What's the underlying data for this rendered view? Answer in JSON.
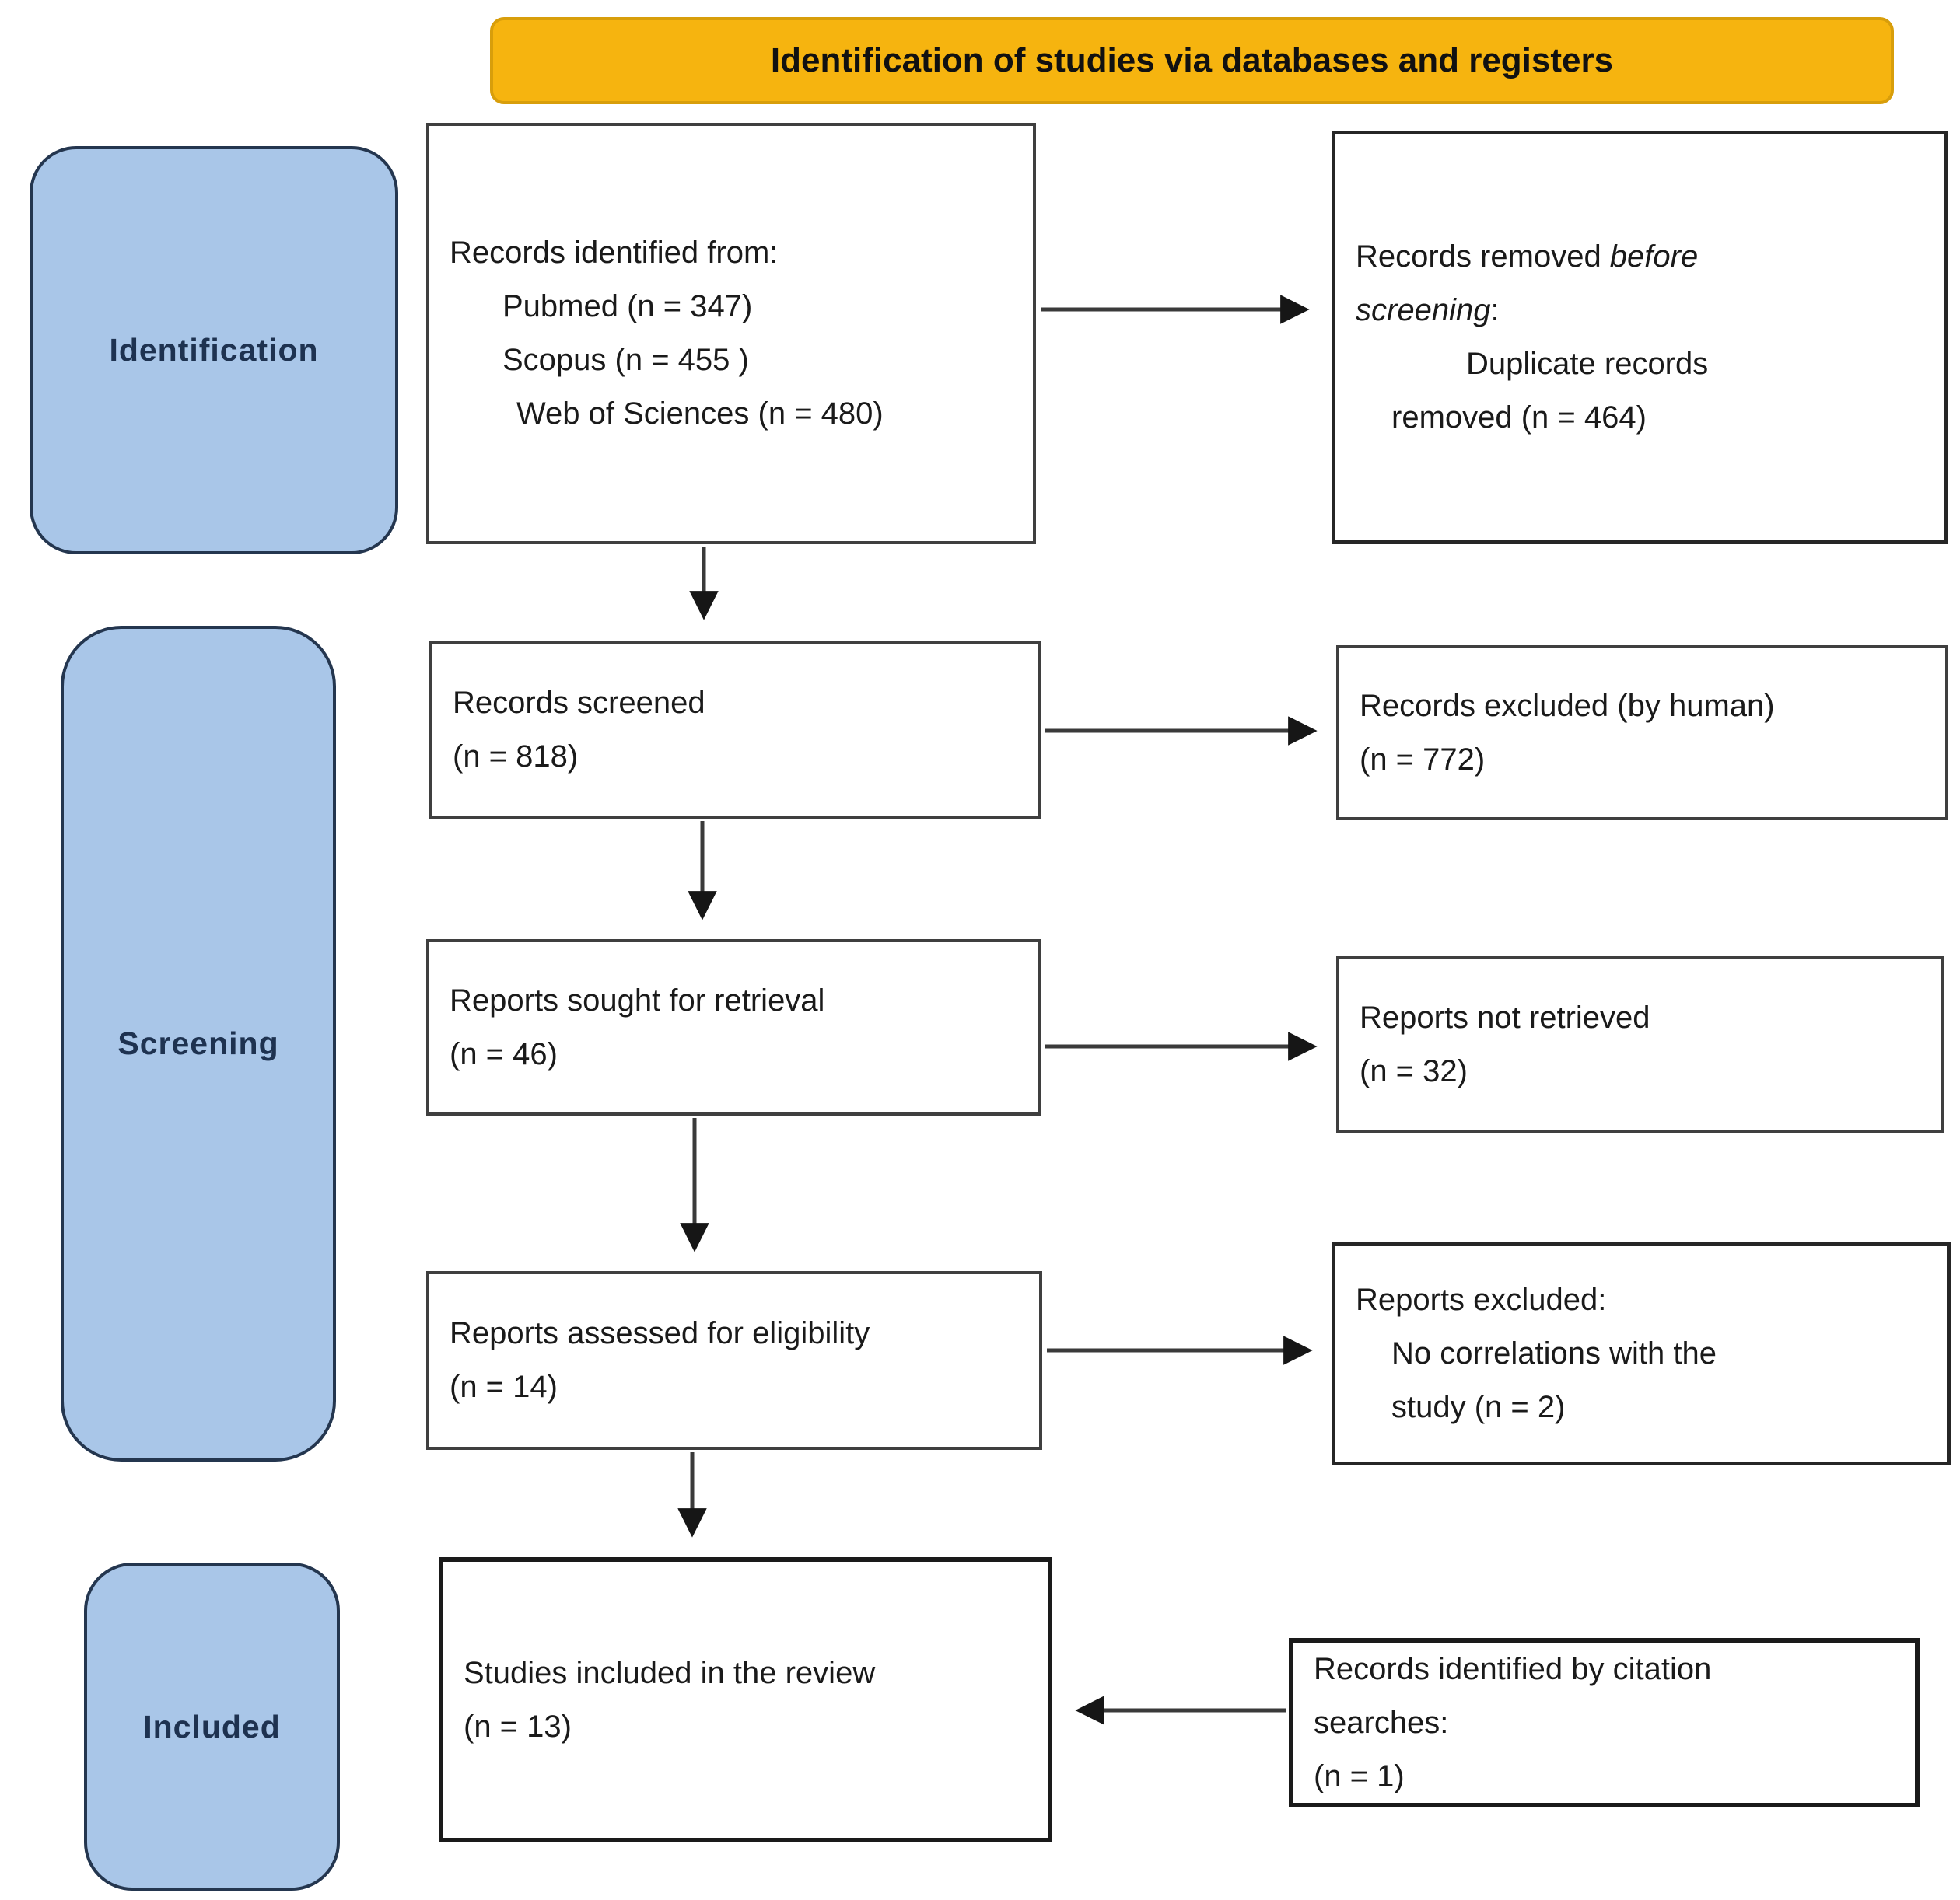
{
  "diagram": {
    "title": "Identification of studies via databases and registers",
    "stages": [
      {
        "label": "Identification"
      },
      {
        "label": "Screening"
      },
      {
        "label": "Included"
      }
    ],
    "flow": {
      "records_identified": {
        "lines": [
          "Records identified from:",
          "Pubmed (n = 347)",
          "Scopus (n = 455 )",
          "Web of Sciences (n = 480)"
        ]
      },
      "records_screened": {
        "lines": [
          "Records screened",
          "(n = 818)"
        ]
      },
      "reports_sought": {
        "lines": [
          "Reports sought for retrieval",
          "(n = 46)"
        ]
      },
      "reports_assessed": {
        "lines": [
          "Reports assessed for eligibility",
          "(n = 14)"
        ]
      },
      "studies_included": {
        "lines": [
          "Studies included in the review",
          "(n = 13)"
        ]
      }
    },
    "exclusions": {
      "records_removed": {
        "line1_normal": "Records removed ",
        "line1_italic": "before",
        "line2_italic": "screening",
        "line2_suffix": ":",
        "line3": "Duplicate records",
        "line4": "removed (n = 464)"
      },
      "records_excluded": {
        "lines": [
          "Records excluded (by human)",
          "(n = 772)"
        ]
      },
      "reports_not_retrieved": {
        "lines": [
          "Reports not retrieved",
          "(n = 32)"
        ]
      },
      "reports_excluded": {
        "lines": [
          "Reports excluded:",
          "No correlations with the",
          "study (n = 2)"
        ]
      },
      "citation_records": {
        "lines": [
          "Records identified by citation",
          "searches:",
          "(n = 1)"
        ]
      }
    },
    "colors": {
      "banner_bg": "#F6B40F",
      "banner_border": "#D89E0B",
      "stage_bg": "#A9C6E8",
      "stage_border": "#24364F",
      "stage_text": "#1E3250",
      "box_border": "#3F3F3F",
      "box_border_dark": "#1A1A1A",
      "arrow_line": "#3A3A3A",
      "arrow_head": "#161616"
    }
  }
}
